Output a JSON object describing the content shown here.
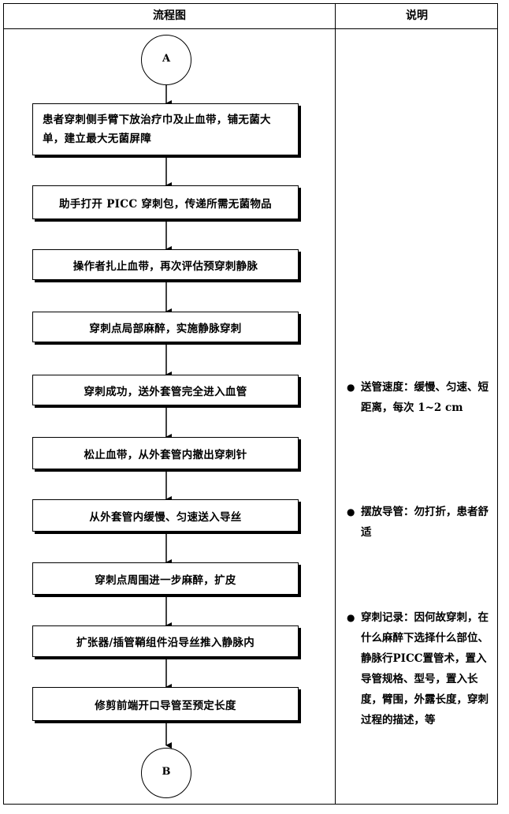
{
  "header": {
    "flow_label": "流程图",
    "note_label": "说明"
  },
  "nodes": {
    "start": "A",
    "end": "B"
  },
  "steps": [
    "患者穿刺侧手臂下放治疗巾及止血带，铺无菌大单，建立最大无菌屏障",
    "助手打开 PICC 穿刺包，传递所需无菌物品",
    "操作者扎止血带，再次评估预穿刺静脉",
    "穿刺点局部麻醉，实施静脉穿刺",
    "穿刺成功，送外套管完全进入血管",
    "松止血带，从外套管内撤出穿刺针",
    "从外套管内缓慢、匀速送入导丝",
    "穿刺点周围进一步麻醉，扩皮",
    "扩张器/插管鞘组件沿导丝推入静脉内",
    "修剪前端开口导管至预定长度"
  ],
  "notes": [
    {
      "bullet": "●",
      "text": "送管速度：缓慢、匀速、短距离，每次 1~2 cm"
    },
    {
      "bullet": "●",
      "text": "摆放导管：勿打折，患者舒适"
    },
    {
      "bullet": "●",
      "text": "穿刺记录：因何故穿刺，在什么麻醉下选择什么部位、静脉行PICC置管术，置入导管规格、型号，置入长度，臂围，外露长度，穿刺过程的描述，等"
    }
  ]
}
